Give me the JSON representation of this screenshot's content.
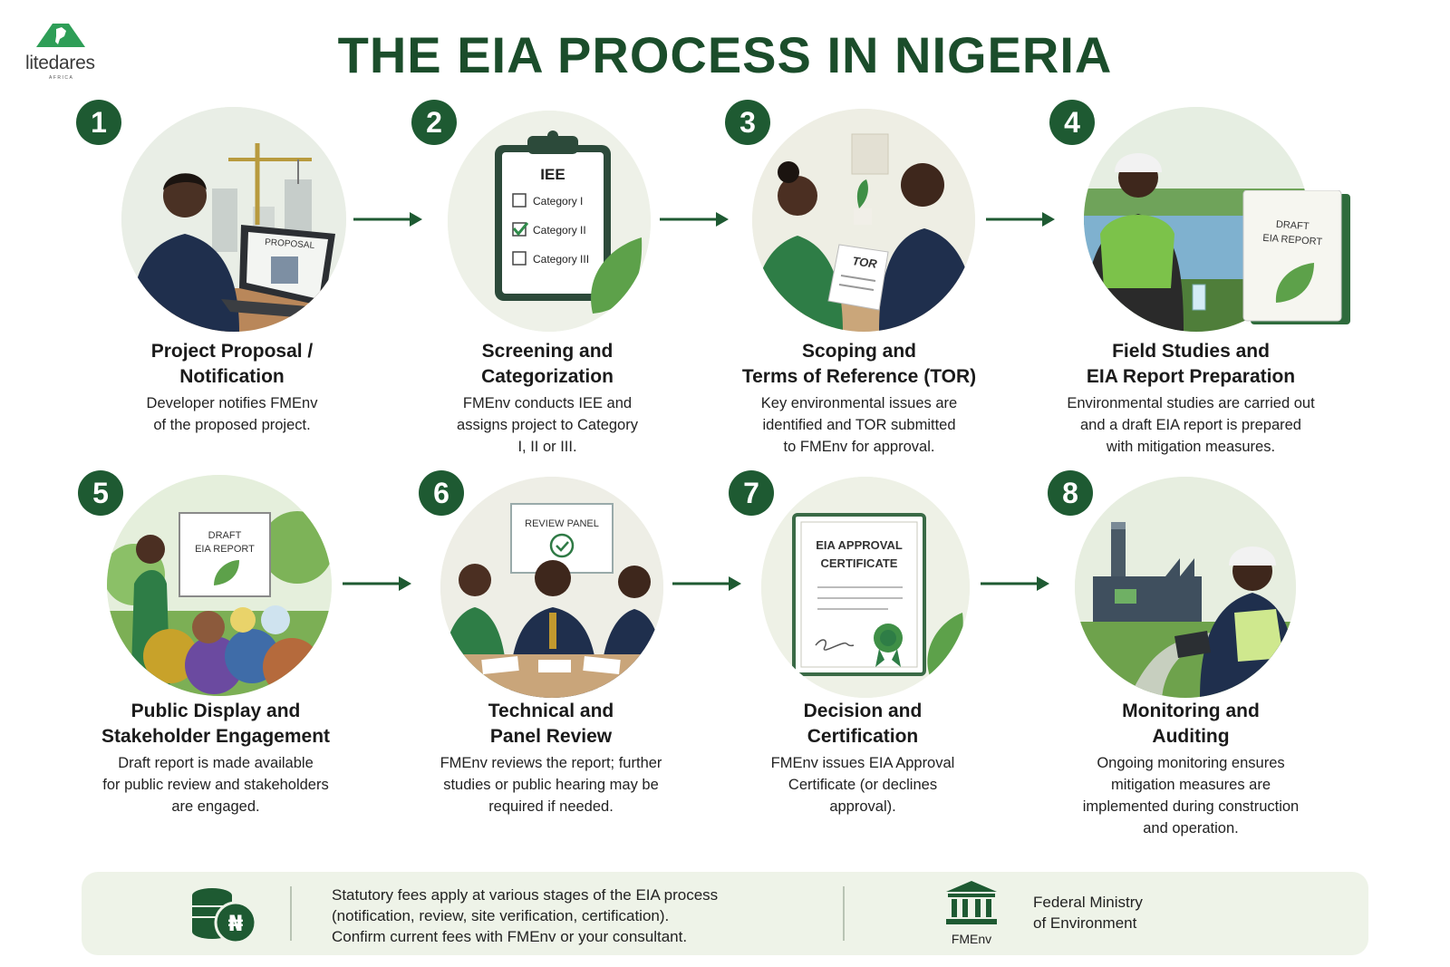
{
  "brand": {
    "name": "litedares",
    "sub": "AFRICA"
  },
  "title": "THE EIA PROCESS IN NIGERIA",
  "colors": {
    "primary": "#1e5a32",
    "title": "#1b4d2b",
    "bar": "#eef3e8"
  },
  "steps": [
    {
      "num": "1",
      "title1": "Project Proposal /",
      "title2": "Notification",
      "desc": [
        "Developer notifies FMEnv",
        "of the proposed project.",
        ""
      ],
      "illus": {
        "screen_label": "PROPOSAL"
      }
    },
    {
      "num": "2",
      "title1": "Screening and",
      "title2": "Categorization",
      "desc": [
        "FMEnv conducts IEE and",
        "assigns project to Category",
        "I, II or III."
      ],
      "illus": {
        "heading": "IEE",
        "options": [
          "Category I",
          "Category II",
          "Category III"
        ],
        "checked": "Category II"
      }
    },
    {
      "num": "3",
      "title1": "Scoping and",
      "title2": "Terms of Reference (TOR)",
      "desc": [
        "Key environmental issues are",
        "identified and TOR submitted",
        "to FMEnv for approval."
      ],
      "illus": {
        "doc_label": "TOR"
      }
    },
    {
      "num": "4",
      "title1": "Field Studies and",
      "title2": "EIA Report Preparation",
      "desc": [
        "Environmental studies are carried out",
        "and a draft EIA report is prepared",
        "with mitigation measures."
      ],
      "illus": {
        "doc_line1": "DRAFT",
        "doc_line2": "EIA REPORT"
      }
    },
    {
      "num": "5",
      "title1": "Public Display and",
      "title2": "Stakeholder Engagement",
      "desc": [
        "Draft report is made available",
        "for public review and stakeholders",
        "are engaged."
      ],
      "illus": {
        "board_line1": "DRAFT",
        "board_line2": "EIA REPORT"
      }
    },
    {
      "num": "6",
      "title1": "Technical and",
      "title2": "Panel Review",
      "desc": [
        "FMEnv reviews the report; further",
        "studies or public hearing may be",
        "required if needed."
      ],
      "illus": {
        "sign_label": "REVIEW PANEL"
      }
    },
    {
      "num": "7",
      "title1": "Decision and",
      "title2": "Certification",
      "desc": [
        "FMEnv issues EIA Approval",
        "Certificate (or declines",
        "approval)."
      ],
      "illus": {
        "cert_line1": "EIA APPROVAL",
        "cert_line2": "CERTIFICATE"
      }
    },
    {
      "num": "8",
      "title1": "Monitoring and",
      "title2": "Auditing",
      "desc": [
        "Ongoing monitoring ensures",
        "mitigation measures are",
        "implemented during construction",
        "and operation."
      ],
      "illus": {}
    }
  ],
  "footer": {
    "fee_lines": [
      "Statutory fees apply at various stages of the EIA process",
      "(notification, review, site verification, certification).",
      "Confirm current fees with FMEnv or your consultant."
    ],
    "currency_symbol": "₦",
    "ministry_abbr": "FMEnv",
    "ministry_lines": [
      "Federal Ministry",
      "of Environment"
    ]
  }
}
